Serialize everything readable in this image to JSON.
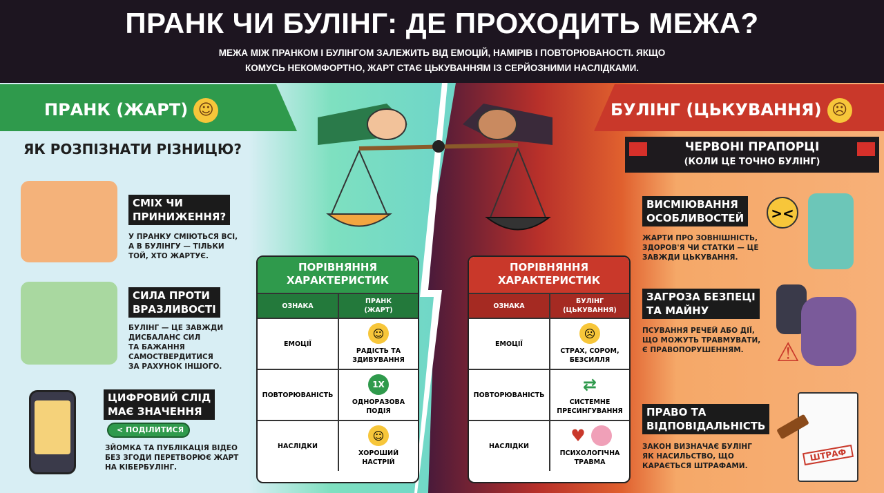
{
  "header": {
    "title": "ПРАНК ЧИ БУЛІНГ: ДЕ ПРОХОДИТЬ МЕЖА?",
    "subtitle_line1": "МЕЖА МІЖ ПРАНКОМ І БУЛІНГОМ ЗАЛЕЖИТЬ ВІД ЕМОЦІЙ, НАМІРІВ І ПОВТОРЮВАНОСТІ. ЯКЩО",
    "subtitle_line2": "КОМУСЬ НЕКОМФОРТНО, ЖАРТ СТАЄ ЦЬКУВАННЯМ ІЗ СЕРЙОЗНИМИ НАСЛІДКАМИ."
  },
  "left": {
    "banner": "ПРАНК (ЖАРТ)",
    "section_title": "ЯК РОЗПІЗНАТИ РІЗНИЦЮ?",
    "items": [
      {
        "title1": "СМІХ ЧИ",
        "title2": "ПРИНИЖЕННЯ?",
        "text": [
          "У ПРАНКУ СМІЮТЬСЯ ВСІ,",
          "А В БУЛІНГУ — ТІЛЬКИ",
          "ТОЙ, ХТО ЖАРТУЄ."
        ]
      },
      {
        "title1": "СИЛА ПРОТИ",
        "title2": "ВРАЗЛИВОСТІ",
        "text": [
          "БУЛІНГ — ЦЕ ЗАВЖДИ",
          "ДИСБАЛАНС СИЛ",
          "ТА БАЖАННЯ",
          "САМОСТВЕРДИТИСЯ",
          "ЗА РАХУНОК ІНШОГО."
        ]
      },
      {
        "title1": "ЦИФРОВИЙ СЛІД",
        "title2": "МАЄ ЗНАЧЕННЯ",
        "share": "ПОДІЛИТИСЯ",
        "text": [
          "ЗЙОМКА ТА ПУБЛІКАЦІЯ ВІДЕО",
          "БЕЗ ЗГОДИ ПЕРЕТВОРЮЄ ЖАРТ",
          "НА КІБЕРБУЛІНГ."
        ]
      }
    ]
  },
  "prank_table": {
    "title1": "ПОРІВНЯННЯ",
    "title2": "ХАРАКТЕРИСТИК",
    "col1": "ОЗНАКА",
    "col2a": "ПРАНК",
    "col2b": "(ЖАРТ)",
    "rows": [
      {
        "feature": "ЕМОЦІЇ",
        "v1": "РАДІСТЬ ТА",
        "v2": "ЗДИВУВАННЯ"
      },
      {
        "feature": "ПОВТОРЮВАНІСТЬ",
        "badge": "1X",
        "v1": "ОДНОРАЗОВА",
        "v2": "ПОДІЯ"
      },
      {
        "feature": "НАСЛІДКИ",
        "v1": "ХОРОШИЙ",
        "v2": "НАСТРІЙ"
      }
    ]
  },
  "bullying_table": {
    "title1": "ПОРІВНЯННЯ",
    "title2": "ХАРАКТЕРИСТИК",
    "col1": "ОЗНАКА",
    "col2a": "БУЛІНГ",
    "col2b": "(ЦЬКУВАННЯ)",
    "rows": [
      {
        "feature": "ЕМОЦІЇ",
        "v1": "СТРАХ, СОРОМ,",
        "v2": "БЕЗСИЛЛЯ"
      },
      {
        "feature": "ПОВТОРЮВАНІСТЬ",
        "v1": "СИСТЕМНЕ",
        "v2": "ПРЕСИНГУВАННЯ"
      },
      {
        "feature": "НАСЛІДКИ",
        "v1": "ПСИХОЛОГІЧНА",
        "v2": "ТРАВМА"
      }
    ]
  },
  "right": {
    "banner": "БУЛІНГ (ЦЬКУВАННЯ)",
    "flags_title": "ЧЕРВОНІ ПРАПОРЦІ",
    "flags_sub": "(КОЛИ ЦЕ ТОЧНО БУЛІНГ)",
    "items": [
      {
        "title1": "ВИСМІЮВАННЯ",
        "title2": "ОСОБЛИВОСТЕЙ",
        "text": [
          "ЖАРТИ ПРО ЗОВНІШНІСТЬ,",
          "ЗДОРОВ'Я ЧИ СТАТКИ — ЦЕ",
          "ЗАВЖДИ ЦЬКУВАННЯ."
        ]
      },
      {
        "title1": "ЗАГРОЗА БЕЗПЕЦІ",
        "title2": "ТА МАЙНУ",
        "text": [
          "ПСУВАННЯ РЕЧЕЙ АБО ДІЇ,",
          "ЩО МОЖУТЬ ТРАВМУВАТИ,",
          "Є ПРАВОПОРУШЕННЯМ."
        ]
      },
      {
        "title1": "ПРАВО ТА",
        "title2": "ВІДПОВІДАЛЬНІСТЬ",
        "stamp": "ШТРАФ",
        "text": [
          "ЗАКОН ВИЗНАЧАЄ БУЛІНГ",
          "ЯК НАСИЛЬСТВО, ЩО",
          "КАРАЄТЬСЯ ШТРАФАМИ."
        ]
      }
    ]
  },
  "colors": {
    "green": "#2f9a4c",
    "red": "#c9382a",
    "dark": "#1d1520",
    "orange": "#f5a868"
  }
}
